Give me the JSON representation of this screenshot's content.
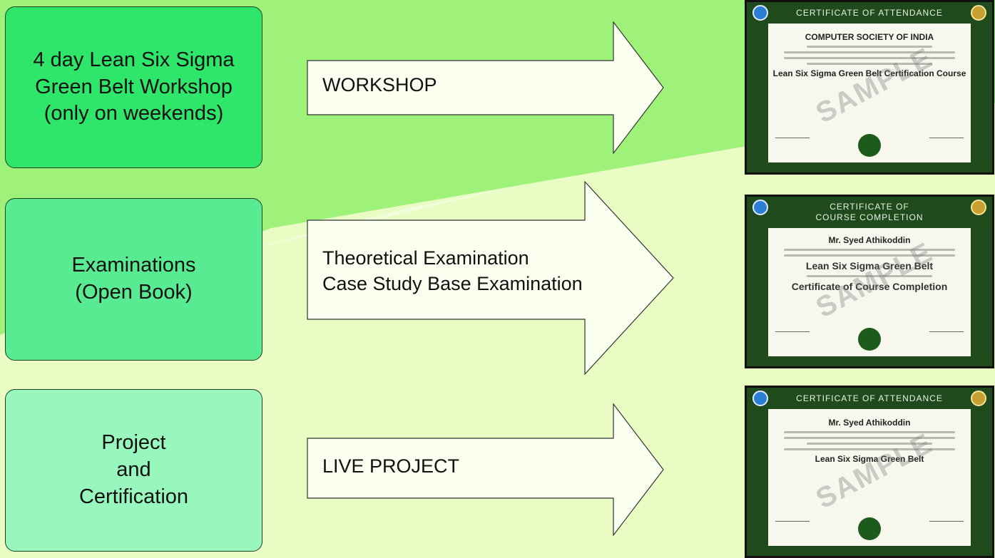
{
  "colors": {
    "background": "#e8fcc4",
    "green_band": "#9ef27a",
    "stage1": "#2ee66a",
    "stage2": "#59eb92",
    "stage3": "#98f7bd",
    "cert_frame": "#1f4a1c"
  },
  "stages": [
    {
      "label": "4 day Lean Six Sigma\nGreen Belt Workshop\n(only on weekends)",
      "arrow_text": "WORKSHOP"
    },
    {
      "label": "Examinations\n(Open Book)",
      "arrow_text": "Theoretical Examination\nCase Study Base Examination"
    },
    {
      "label": "Project\nand\nCertification",
      "arrow_text": "LIVE PROJECT"
    }
  ],
  "certificates": [
    {
      "heading": "CERTIFICATE OF ATTENDANCE",
      "org": "COMPUTER SOCIETY OF INDIA",
      "course": "Lean Six Sigma Green Belt Certification Course",
      "watermark": "SAMPLE"
    },
    {
      "heading": "CERTIFICATE OF\nCOURSE COMPLETION",
      "name": "Mr. Syed Athikoddin",
      "course": "Lean Six Sigma Green Belt",
      "course_line2": "Certificate of Course Completion",
      "watermark": "SAMPLE"
    },
    {
      "heading": "CERTIFICATE OF ATTENDANCE",
      "name": "Mr. Syed Athikoddin",
      "course": "Lean Six Sigma Green Belt",
      "watermark": "SAMPLE"
    }
  ]
}
